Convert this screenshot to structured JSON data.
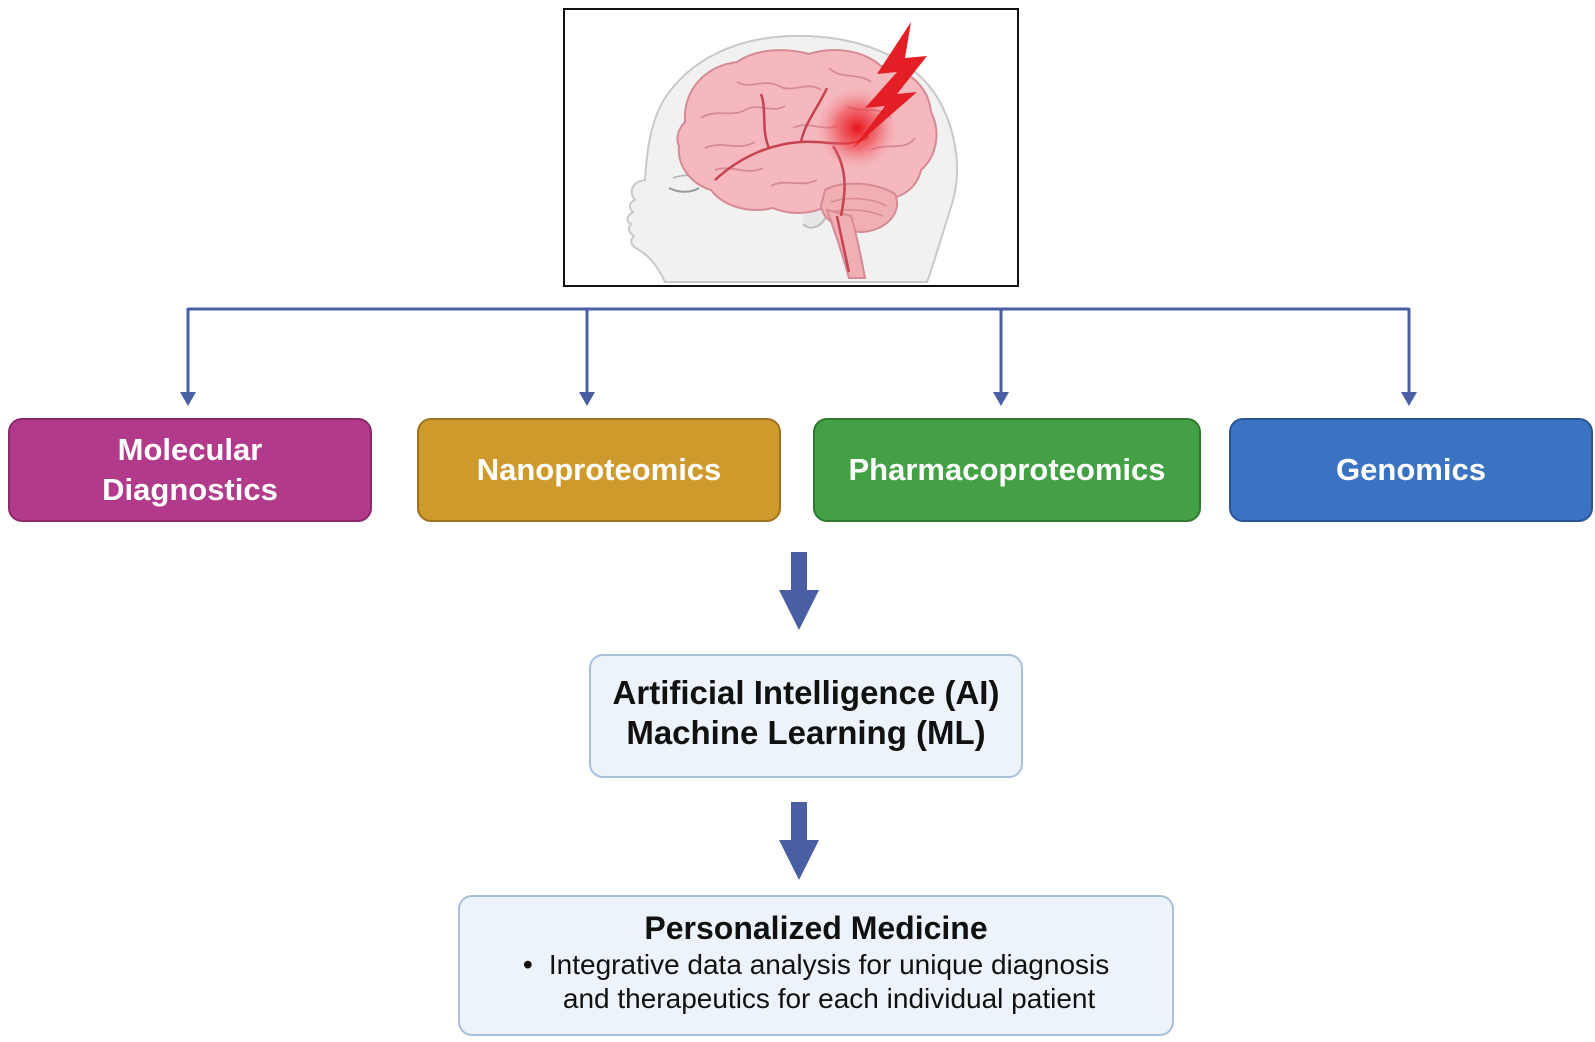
{
  "categories": [
    {
      "label_line1": "Molecular",
      "label_line2": "Diagnostics",
      "color": "#b23a8b",
      "border": "#8a2a6b"
    },
    {
      "label_line1": "Nanoproteomics",
      "label_line2": "",
      "color": "#cf9a2c",
      "border": "#9e7420"
    },
    {
      "label_line1": "Pharmacoproteomics",
      "label_line2": "",
      "color": "#43a045",
      "border": "#2d7a30"
    },
    {
      "label_line1": "Genomics",
      "label_line2": "",
      "color": "#3b73c2",
      "border": "#2a5596"
    }
  ],
  "ai_box": {
    "line1": "Artificial Intelligence (AI)",
    "line2": "Machine Learning (ML)"
  },
  "medicine_box": {
    "title": "Personalized Medicine",
    "bullet": "•",
    "text_line1": "Integrative data analysis for unique diagnosis",
    "text_line2": "and therapeutics for each individual patient"
  },
  "colors": {
    "connector": "#4a5fa3",
    "brain": "#f2b9bf",
    "lightning": "#e31e24"
  },
  "icons": [
    "head-profile-icon",
    "brain-icon",
    "lightning-bolt-icon"
  ]
}
